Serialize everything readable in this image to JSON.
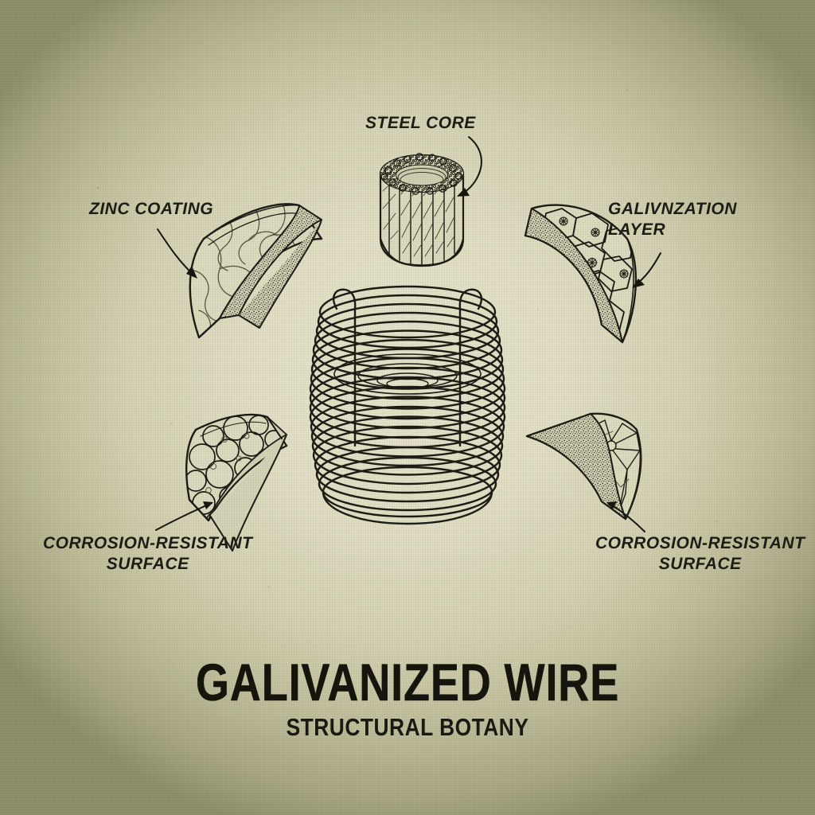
{
  "document": {
    "kind": "technical-illustration-plate",
    "style": "vintage engraved botanical diagram"
  },
  "palette": {
    "paper_light": "#e6e4cc",
    "paper_mid": "#d6d4b6",
    "paper_dark": "#90906f",
    "ink": "#1d1d16",
    "ink_soft": "#3b3a2c"
  },
  "labels": {
    "zinc_coating": "ZINC COATING",
    "steel_core": "STEEL CORE",
    "galvanization_layer": "GALIVNZATION\nLAYER",
    "corrosion_left": "CORROSION-RESISTANT\nSURFACE",
    "corrosion_right": "CORROSION-RESISTANT\nSURFACE"
  },
  "title": {
    "main": "GALIVANIZED WIRE",
    "subtitle": "STRUCTURAL BOTANY"
  },
  "specimens": [
    {
      "id": "steel-core-cylinder",
      "name": "steel core",
      "position": "top-center",
      "texture": "knurled fluted cylinder with granular rim"
    },
    {
      "id": "zinc-coating-segment",
      "name": "zinc coating",
      "position": "top-left",
      "texture": "cellular crackle with stippled edge band"
    },
    {
      "id": "galvanization-segment",
      "name": "galivnzation layer",
      "position": "top-right",
      "texture": "hexagonal honeycomb with rosette nodes"
    },
    {
      "id": "corrosion-left-segment",
      "name": "corrosion-resistant surface",
      "position": "bottom-left",
      "texture": "packed spherical granules"
    },
    {
      "id": "corrosion-right-segment",
      "name": "corrosion-resistant surface",
      "position": "bottom-right",
      "texture": "radial crystalline starburst fracture"
    },
    {
      "id": "wire-coil",
      "name": "galivanized wire coil",
      "position": "center",
      "texture": "stacked helical wire loops with two upright ends",
      "loop_count": 20
    }
  ],
  "annotations": {
    "arrow_count": 5,
    "arrow_style": "hand-drawn curved line with solid triangular head"
  }
}
